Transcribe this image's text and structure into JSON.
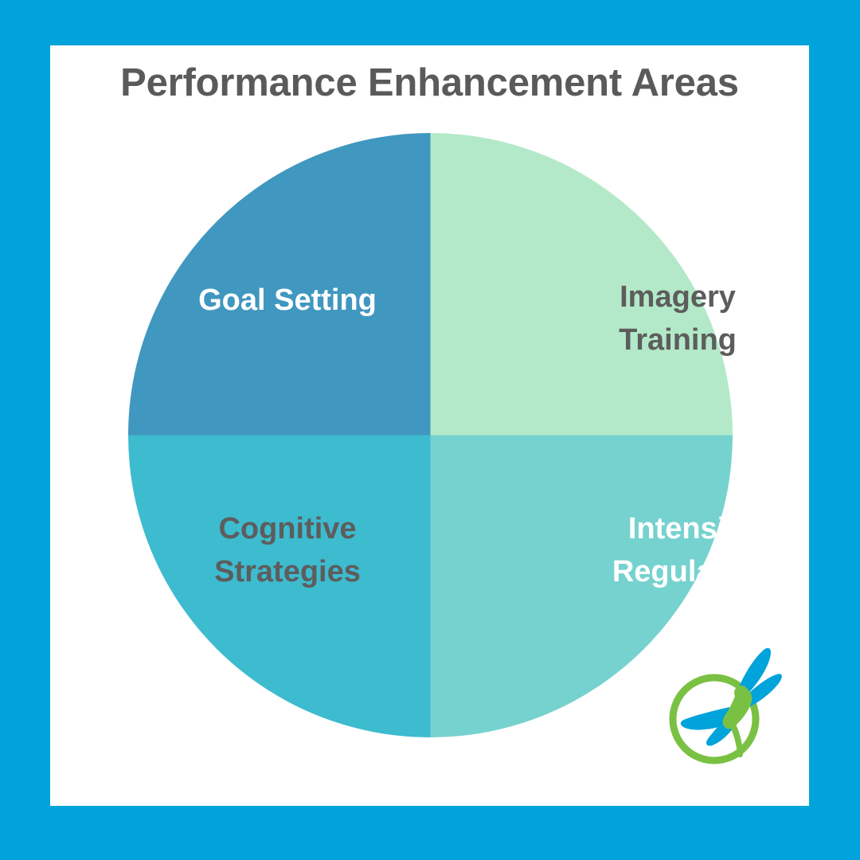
{
  "page": {
    "background_color": "#00a3da",
    "panel_color": "#ffffff"
  },
  "header": {
    "title": "Performance Enhancement Areas",
    "title_color": "#5a5a5a"
  },
  "logo": {
    "name": "dragonfly-logo",
    "ring_color": "#7ac143",
    "body_color": "#7ac143",
    "wing_color": "#00a3da"
  },
  "chart_data": {
    "type": "pie",
    "title": "Performance Enhancement Areas",
    "categories": [
      "Goal Setting",
      "Imagery Training",
      "Cognitive Strategies",
      "Intensity Regulation"
    ],
    "values": [
      25,
      25,
      25,
      25
    ],
    "colors": [
      "#4097bf",
      "#b3e9c8",
      "#3dbbcf",
      "#76d2cf"
    ],
    "label_colors": [
      "#ffffff",
      "#5d5d5d",
      "#5d5d5d",
      "#ffffff"
    ],
    "legend": "none",
    "grid": false,
    "slices": [
      {
        "label": "Goal Setting",
        "label_lines": [
          "Goal Setting"
        ],
        "value": 25,
        "percent": "25%",
        "color": "#4097bf",
        "quadrant": "top-left"
      },
      {
        "label": "Imagery Training",
        "label_lines": [
          "Imagery",
          "Training"
        ],
        "value": 25,
        "percent": "25%",
        "color": "#b3e9c8",
        "quadrant": "top-right"
      },
      {
        "label": "Cognitive Strategies",
        "label_lines": [
          "Cognitive",
          "Strategies"
        ],
        "value": 25,
        "percent": "25%",
        "color": "#3dbbcf",
        "quadrant": "bottom-left"
      },
      {
        "label": "Intensity Regulation",
        "label_lines": [
          "Intensity",
          "Regulation"
        ],
        "value": 25,
        "percent": "25%",
        "color": "#76d2cf",
        "quadrant": "bottom-right"
      }
    ]
  },
  "labels": {
    "q1_line1": "Goal Setting",
    "q2_line1": "Imagery",
    "q2_line2": "Training",
    "q3_line1": "Cognitive",
    "q3_line2": "Strategies",
    "q4_line1": "Intensity",
    "q4_line2": "Regulation"
  }
}
